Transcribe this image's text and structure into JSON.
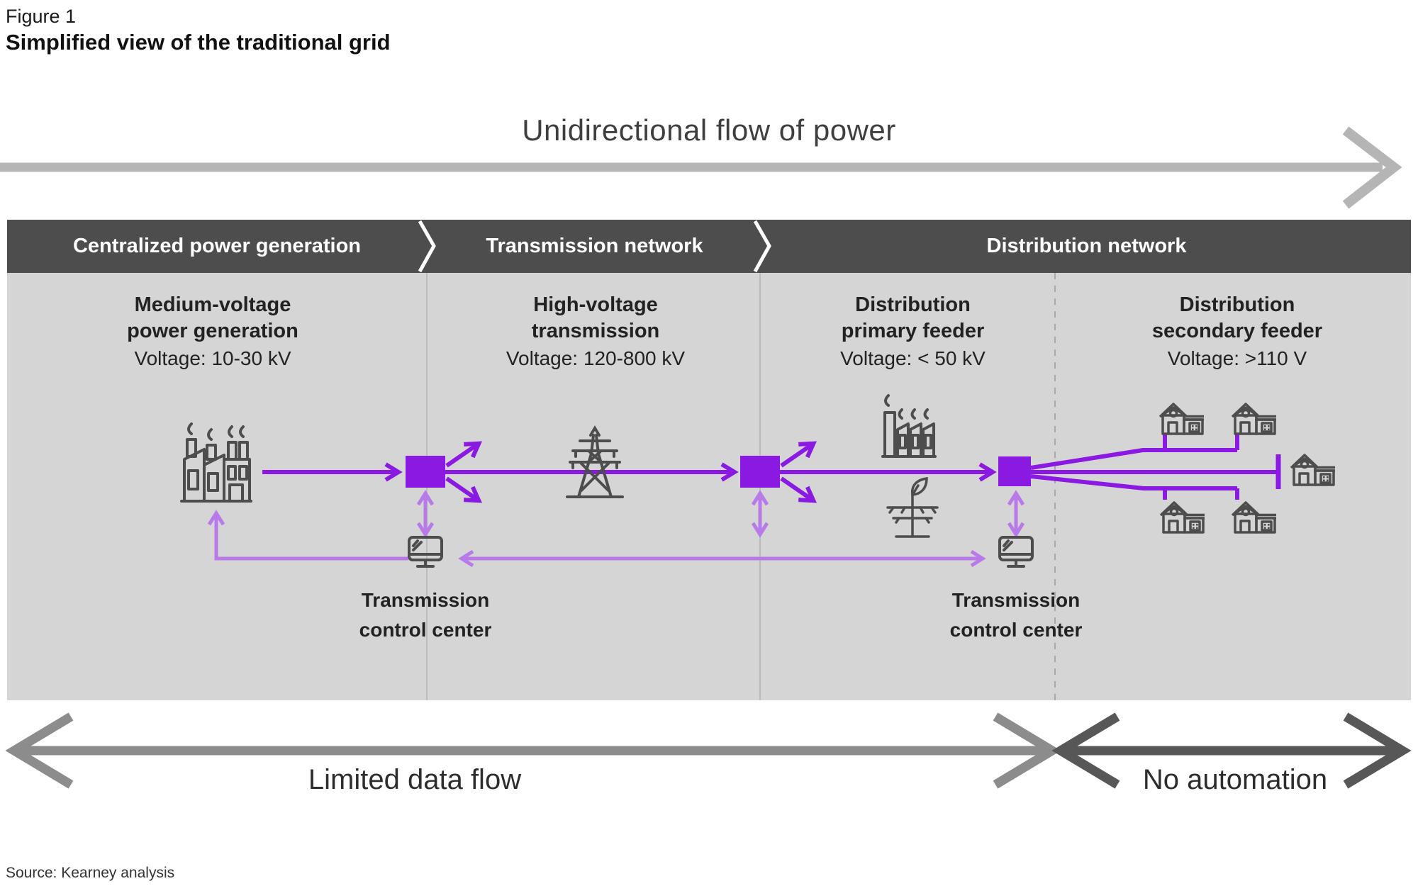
{
  "figure": {
    "label": "Figure 1",
    "title": "Simplified view of the traditional grid"
  },
  "top_arrow": {
    "label": "Unidirectional flow of power"
  },
  "header": {
    "sections": [
      {
        "label": "Centralized power generation"
      },
      {
        "label": "Transmission network"
      },
      {
        "label": "Distribution network"
      }
    ]
  },
  "columns": [
    {
      "title_line1": "Medium-voltage",
      "title_line2": "power generation",
      "voltage": "Voltage: 10-30 kV"
    },
    {
      "title_line1": "High-voltage",
      "title_line2": "transmission",
      "voltage": "Voltage: 120-800 kV"
    },
    {
      "title_line1": "Distribution",
      "title_line2": "primary feeder",
      "voltage": "Voltage: < 50 kV"
    },
    {
      "title_line1": "Distribution",
      "title_line2": "secondary feeder",
      "voltage": "Voltage: >110 V"
    }
  ],
  "control_centers": [
    {
      "line1": "Transmission",
      "line2": "control center"
    },
    {
      "line1": "Transmission",
      "line2": "control center"
    }
  ],
  "bottom_arrows": [
    {
      "label": "Limited data flow"
    },
    {
      "label": "No automation"
    }
  ],
  "source": "Source: Kearney analysis",
  "icons": {
    "power_plant": "power-plant-icon",
    "transmission_tower": "transmission-tower-icon",
    "industrial_plant": "industrial-plant-icon",
    "utility_pole_leaf": "utility-pole-leaf-icon",
    "control_center_monitor": "monitor-icon",
    "house": "house-icon",
    "substation": "substation-square"
  },
  "colors": {
    "power_flow_purple": "#8a1ae2",
    "data_flow_light_purple": "#b87ae8",
    "icon_stroke": "#4d4d4d",
    "header_bg": "#4d4d4d",
    "panel_bg": "#d5d5d5",
    "top_arrow_gray": "#b5b5b5",
    "limited_data_arrow_gray": "#8c8c8c",
    "no_automation_arrow_dark": "#575757"
  }
}
